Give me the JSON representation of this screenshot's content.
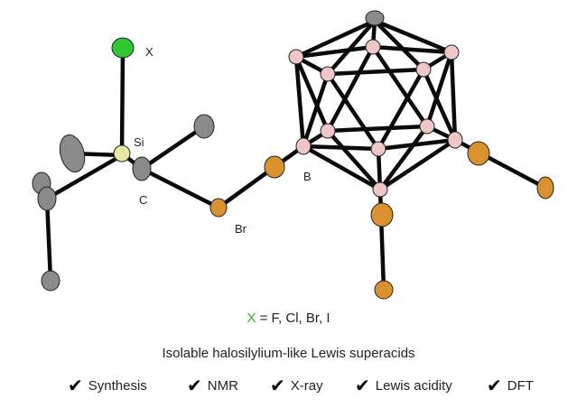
{
  "atom_labels": {
    "x": "X",
    "si": "Si",
    "c": "C",
    "br": "Br",
    "b": "B"
  },
  "legend": {
    "x_symbol": "X",
    "x_values": " = F, Cl, Br, I"
  },
  "title": "Isolable halosilylium-like Lewis superacids",
  "checks": [
    {
      "icon": "checkmark-icon",
      "label": "Synthesis"
    },
    {
      "icon": "checkmark-icon",
      "label": "NMR"
    },
    {
      "icon": "checkmark-icon",
      "label": "X-ray"
    },
    {
      "icon": "checkmark-icon",
      "label": "Lewis acidity"
    },
    {
      "icon": "checkmark-icon",
      "label": "DFT"
    }
  ],
  "colors": {
    "halogen_x": "#2fc72f",
    "silicon": "#e8e8a0",
    "carbon": "#8a8a8a",
    "bromine": "#d9922e",
    "boron": "#f1c6c6",
    "accent_x_text": "#2db52d"
  }
}
